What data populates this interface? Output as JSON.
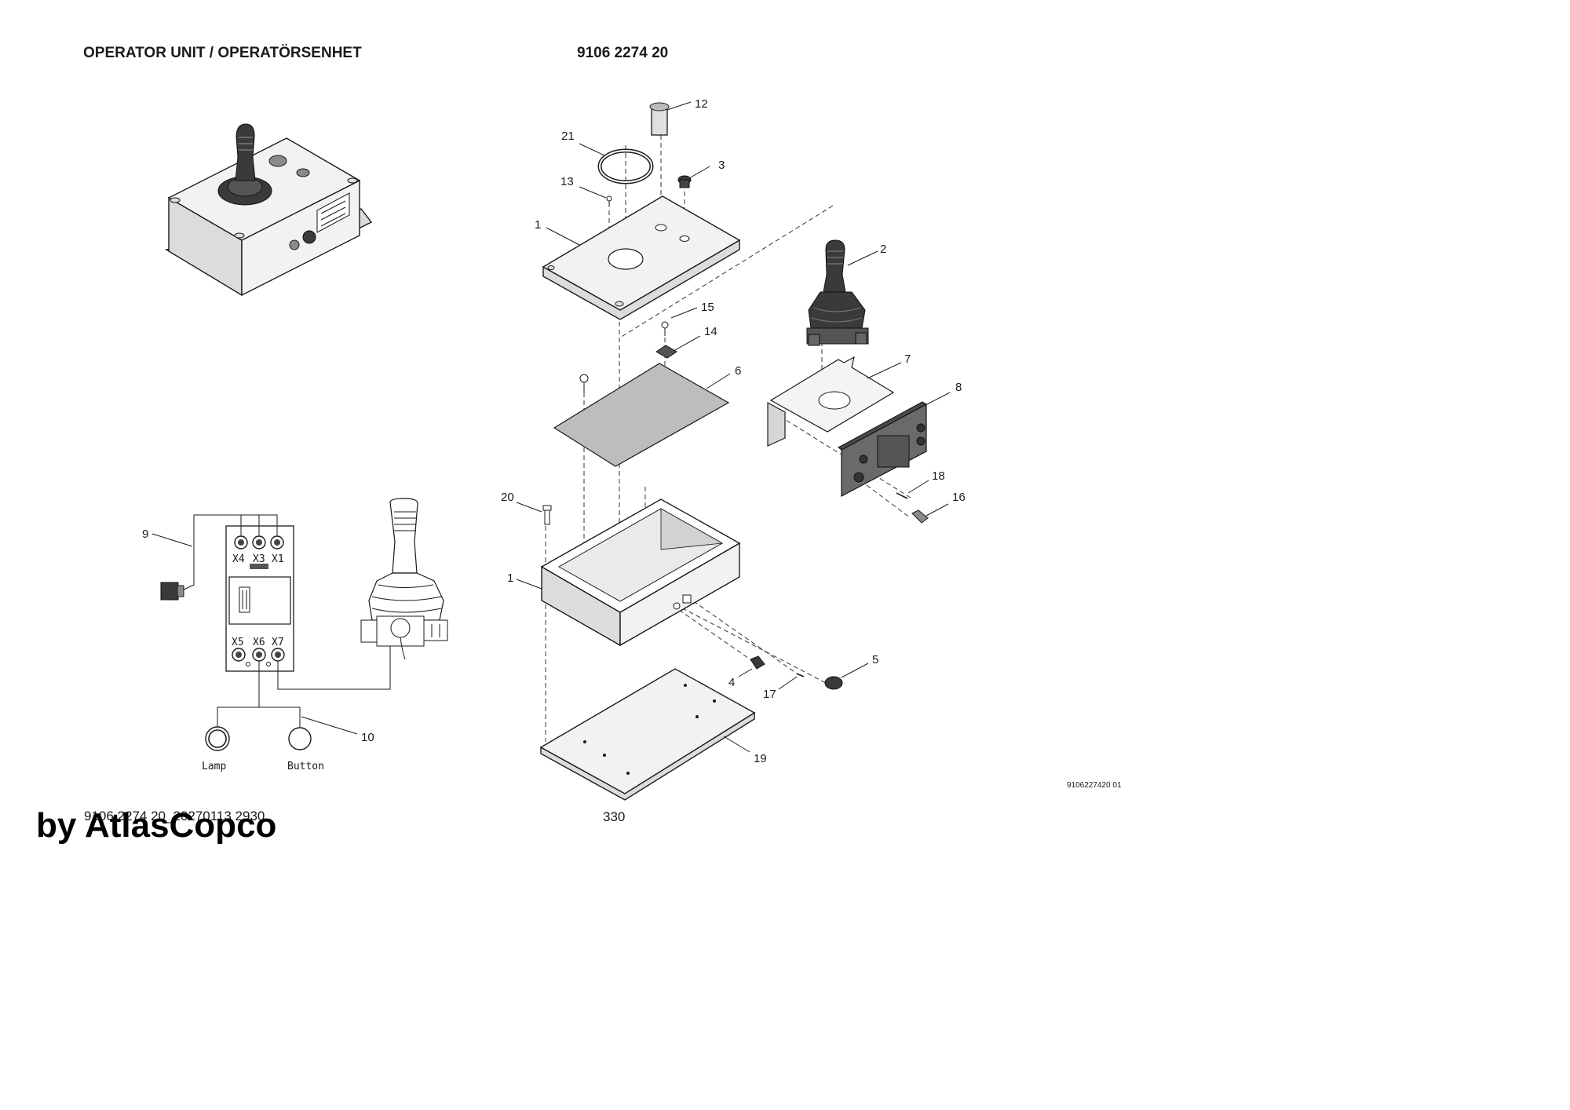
{
  "header": {
    "title": "OPERATOR UNIT / OPERATÖRSENHET",
    "part_number": "9106 2274 20"
  },
  "callouts": {
    "c1_top": "1",
    "c1_bottom": "1",
    "c2": "2",
    "c3": "3",
    "c4": "4",
    "c5": "5",
    "c6": "6",
    "c7": "7",
    "c8": "8",
    "c9": "9",
    "c10": "10",
    "c12": "12",
    "c13": "13",
    "c14": "14",
    "c15": "15",
    "c16": "16",
    "c17": "17",
    "c18": "18",
    "c19": "19",
    "c20": "20",
    "c21": "21"
  },
  "schematic": {
    "connectors_top": [
      "X4",
      "X3",
      "X1"
    ],
    "connectors_bottom": [
      "X5",
      "X6",
      "X7"
    ],
    "lamp_label": "Lamp",
    "button_label": "Button"
  },
  "footer": {
    "drawing_number": "9106227420 01",
    "page_number": "330",
    "doc_ref": "9106 2274 20_20270113 2930",
    "brand": "by AtlasCopco"
  }
}
